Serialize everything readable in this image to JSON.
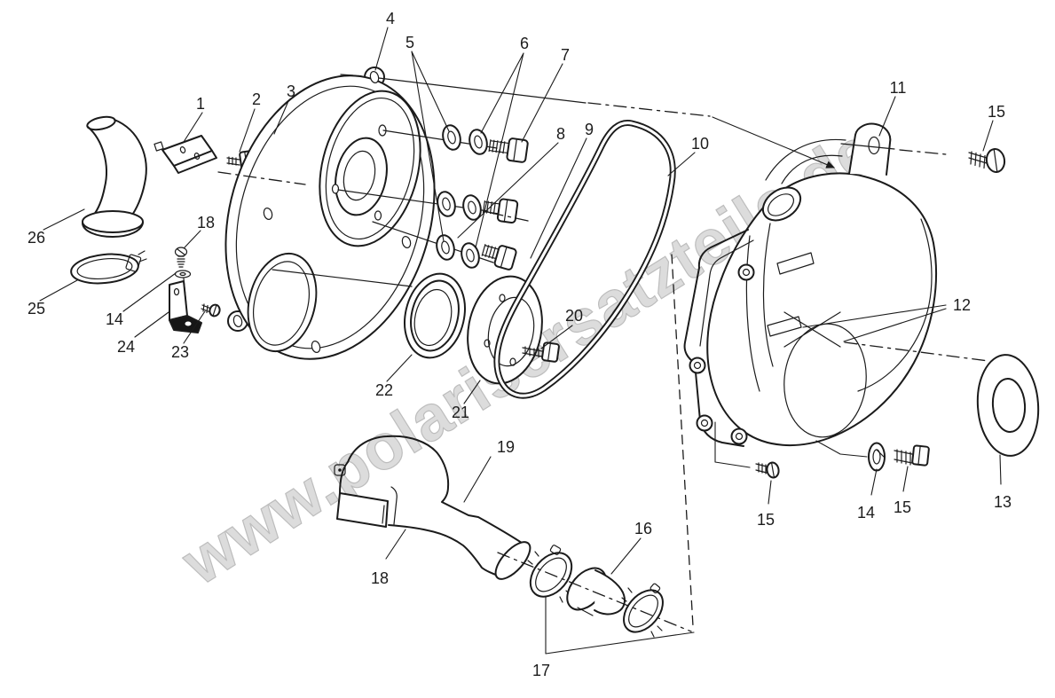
{
  "watermark": {
    "text": "www.polarisersatzteile.de"
  },
  "colors": {
    "background": "#ffffff",
    "line": "#1b1b1b",
    "watermark_fill": "#dcdcdc",
    "watermark_outline": "#bdbdbd"
  },
  "callouts": [
    {
      "label": "1"
    },
    {
      "label": "2"
    },
    {
      "label": "3"
    },
    {
      "label": "4"
    },
    {
      "label": "5"
    },
    {
      "label": "6"
    },
    {
      "label": "7"
    },
    {
      "label": "8"
    },
    {
      "label": "9"
    },
    {
      "label": "10"
    },
    {
      "label": "11"
    },
    {
      "label": "15"
    },
    {
      "label": "12"
    },
    {
      "label": "13"
    },
    {
      "label": "14"
    },
    {
      "label": "15"
    },
    {
      "label": "15"
    },
    {
      "label": "16"
    },
    {
      "label": "17"
    },
    {
      "label": "18"
    },
    {
      "label": "19"
    },
    {
      "label": "20"
    },
    {
      "label": "21"
    },
    {
      "label": "22"
    },
    {
      "label": "23"
    },
    {
      "label": "24"
    },
    {
      "label": "25"
    },
    {
      "label": "26"
    },
    {
      "label": "14"
    },
    {
      "label": "18"
    }
  ]
}
